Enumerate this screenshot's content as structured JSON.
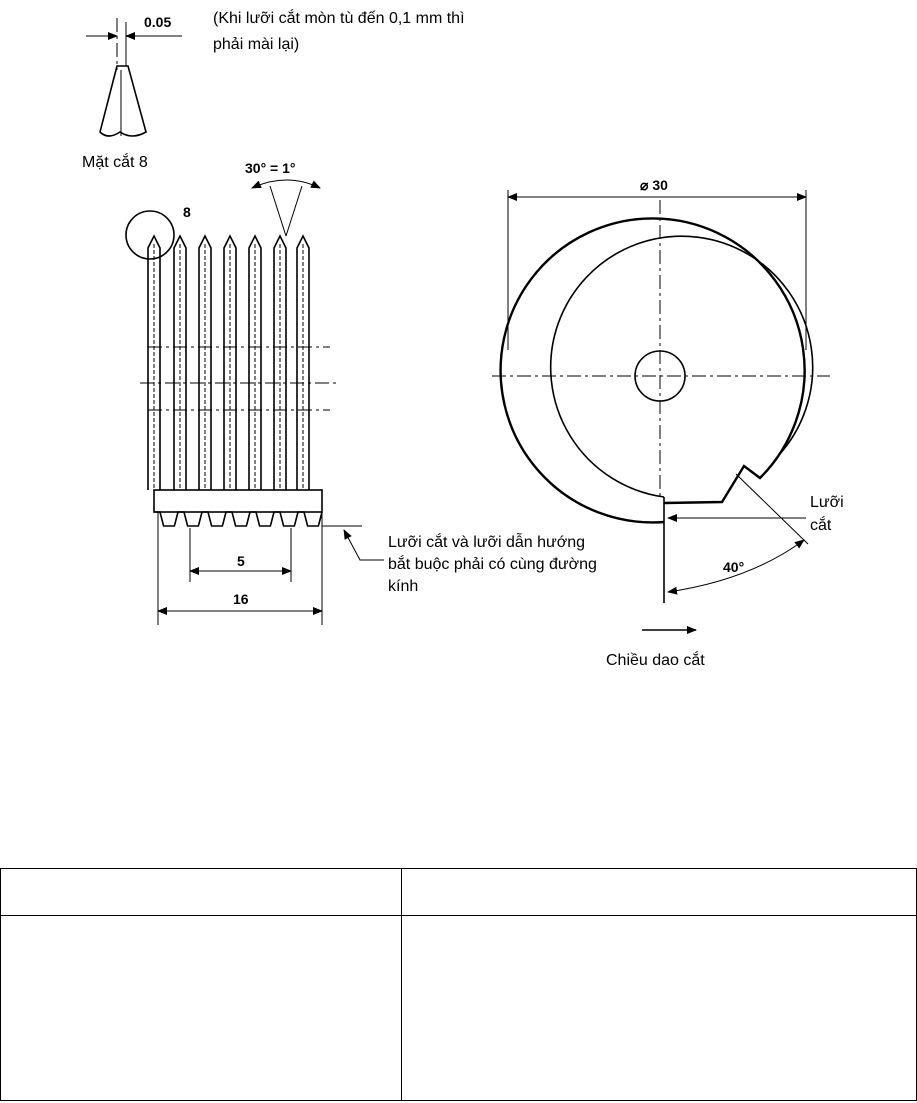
{
  "section_view": {
    "dim_tolerance": "0.05",
    "note_line1": "(Khi lưỡi cắt mòn tù đến 0,1 mm thì",
    "note_line2": "phải mài lại)",
    "caption": "Mặt cắt 8"
  },
  "side_view": {
    "angle_label": "30° = 1°",
    "section_marker": "8",
    "dim_pitch": "5",
    "dim_length": "16",
    "note_line1": "Lưỡi cắt và lưỡi dẫn hướng",
    "note_line2": "bắt buộc phải có cùng đường",
    "note_line3": "kính"
  },
  "front_view": {
    "dim_diameter": "⌀ 30",
    "edge_label_line1": "Lưỡi",
    "edge_label_line2": "cắt",
    "angle_label": "40°",
    "direction_label": "Chiều dao cắt"
  }
}
